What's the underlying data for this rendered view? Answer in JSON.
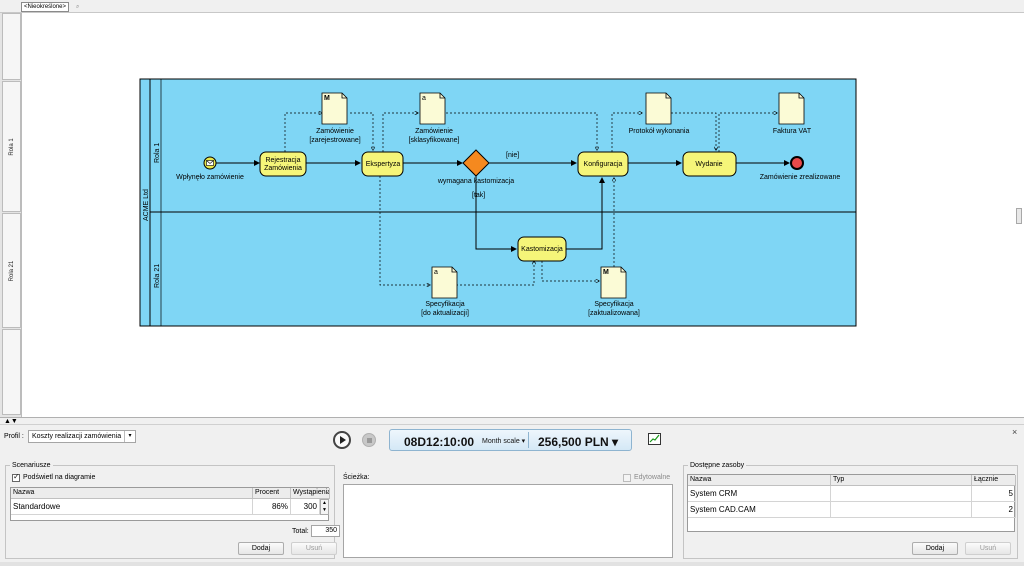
{
  "header": {
    "undefined_tab": "<Nieokreślone>"
  },
  "ruler": {
    "rows": [
      "Rola 1",
      "Rola 21"
    ]
  },
  "diagram": {
    "pool_name": "ACME Ltd",
    "lanes": [
      "Rola 1",
      "Rola 21"
    ],
    "start_event": "Wpłynęło zamówienie",
    "end_event": "Zamówienie zrealizowane",
    "gateway": "wymagana kastomizacja",
    "flow_no": "[nie]",
    "flow_yes": "[tak]",
    "tasks": {
      "register": "Rejestracja Zamówienia",
      "register_l1": "Rejestracja",
      "register_l2": "Zamówienia",
      "expertise": "Ekspertyza",
      "configuration": "Konfiguracja",
      "release": "Wydanie",
      "customization": "Kastomizacja"
    },
    "documents": {
      "order_registered_l1": "Zamówienie",
      "order_registered_l2": "[zarejestrowane]",
      "order_registered_mark": "M",
      "order_classified_l1": "Zamówienie",
      "order_classified_l2": "[sklasyfikowane]",
      "order_classified_mark": "a",
      "protocol": "Protokół wykonania",
      "invoice": "Faktura VAT",
      "spec_update_l1": "Specyfikacja",
      "spec_update_l2": "[do aktualizacji]",
      "spec_update_mark": "a",
      "spec_updated_l1": "Specyfikacja",
      "spec_updated_l2": "[zaktualizowana]",
      "spec_updated_mark": "M"
    },
    "colors": {
      "pool_fill": "#7fd6f5",
      "task_fill": "#f5f579",
      "doc_fill": "#fbfbd6",
      "gateway_fill": "#f5891f",
      "end_fill": "#e84a4a",
      "start_fill": "#e8e84a"
    }
  },
  "panel": {
    "profile_label": "Profil :",
    "profile_value": "Koszty realizacji zamówienia",
    "sim_time": "08D12:10:00",
    "scale_label": "Month scale ▾",
    "cost_value": "256,500  PLN ▾",
    "close_symbol": "×",
    "scenarios": {
      "title": "Scenariusze",
      "highlight_label": "Podświetl na diagramie",
      "columns": [
        "Nazwa",
        "Procent",
        "Wystąpienia"
      ],
      "rows": [
        {
          "name": "Standardowe",
          "percent": "86%",
          "occurrences": "300"
        }
      ],
      "total_label": "Total:",
      "total_value": "350",
      "add_button": "Dodaj",
      "remove_button": "Usuń"
    },
    "path": {
      "label": "Ścieżka:",
      "editable_label": "Edytowalne"
    },
    "resources": {
      "title": "Dostępne zasoby",
      "columns": [
        "Nazwa",
        "Typ",
        "Łącznie"
      ],
      "rows": [
        {
          "name": "System CRM",
          "type": "",
          "total": "5"
        },
        {
          "name": "System CAD.CAM",
          "type": "",
          "total": "2"
        }
      ],
      "add_button": "Dodaj",
      "remove_button": "Usuń"
    }
  }
}
